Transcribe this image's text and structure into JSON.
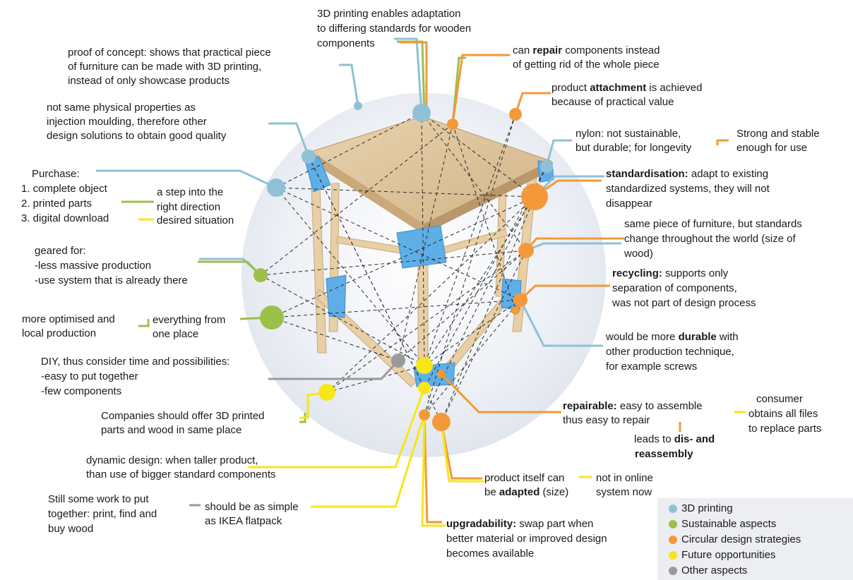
{
  "colors": {
    "printing3d": "#8fc1d6",
    "sustainable": "#9cc04a",
    "circular": "#f3993a",
    "future": "#f7e61a",
    "other": "#9a9a9a"
  },
  "labels": {
    "adaptation": [
      "3D printing enables adaptation",
      "to differing standards for wooden",
      "components"
    ],
    "proof": [
      "proof of concept: shows that practical piece",
      "of furniture can be made with 3D printing,",
      "instead of only showcase products"
    ],
    "repair_components": {
      "l1a": "can ",
      "l1b": "repair",
      "l1c": " components instead",
      "l2": "of getting rid of the whole piece"
    },
    "attachment": {
      "l1a": "product ",
      "l1b": "attachment",
      "l1c": "  is achieved",
      "l2": "because of practical value"
    },
    "physical": [
      "not same physical properties as",
      "injection moulding, therefore other",
      "design solutions to obtain good quality"
    ],
    "nylon": [
      "nylon: not sustainable,",
      "but durable; for longevity"
    ],
    "strong": [
      "Strong and stable",
      "enough for use"
    ],
    "purchase": [
      "Purchase:",
      "1. complete object",
      "2. printed parts",
      "3. digital download"
    ],
    "step": [
      "a step into the",
      "right direction"
    ],
    "desired": "desired situation",
    "standardisation": {
      "bold": "standardisation:",
      "l1": " adapt to existing",
      "l2": "standardized systems, they will not",
      "l3": "disappear"
    },
    "same_piece": [
      "same piece of furniture, but standards",
      "change throughout the world (size of",
      "wood)"
    ],
    "geared": [
      "geared for:",
      "-less massive production",
      "-use system that is already there"
    ],
    "recycling": {
      "bold": "recycling:",
      "l1": " supports only",
      "l2": "separation of components,",
      "l3": "was not part of design process"
    },
    "optimised": [
      "more optimised and",
      "local production"
    ],
    "everything": [
      "everything from",
      "one place"
    ],
    "durable": {
      "l1a": "would be more ",
      "l1b": "durable",
      "l1c": " with",
      "l2": "other production technique,",
      "l3": "for example screws"
    },
    "diy": [
      "DIY, thus consider time and possibilities:",
      "-easy to put together",
      "-few components"
    ],
    "companies": [
      "Companies should offer 3D printed",
      "parts and wood in same place"
    ],
    "repairable": {
      "bold": "repairable:",
      "l1": " easy to assemble",
      "l2": "thus easy to repair"
    },
    "consumer": [
      "consumer",
      "obtains all files",
      "to replace parts"
    ],
    "leads": {
      "l1a": "leads to ",
      "l1b": "dis- and",
      "l2": "reassembly"
    },
    "dynamic": [
      "dynamic design: when taller product,",
      "than use of bigger standard components"
    ],
    "adapted": {
      "l1": "product itself can",
      "l2a": "be ",
      "l2b": "adapted",
      "l2c": " (size)"
    },
    "online": [
      "not in online",
      "system now"
    ],
    "still": [
      "Still some work to put",
      "together: print, find and",
      "buy wood"
    ],
    "simple": [
      "should be as simple",
      "as IKEA flatpack"
    ],
    "upgradability": {
      "bold": "upgradability:",
      "l1": " swap part when",
      "l2": "better material or improved design",
      "l3": "becomes available"
    }
  },
  "legend": [
    {
      "label": "3D printing",
      "color": "#8fc1d6"
    },
    {
      "label": "Sustainable aspects",
      "color": "#9cc04a"
    },
    {
      "label": "Circular design strategies",
      "color": "#f3993a"
    },
    {
      "label": "Future opportunities",
      "color": "#f7e61a"
    },
    {
      "label": "Other aspects",
      "color": "#9a9a9a"
    }
  ]
}
